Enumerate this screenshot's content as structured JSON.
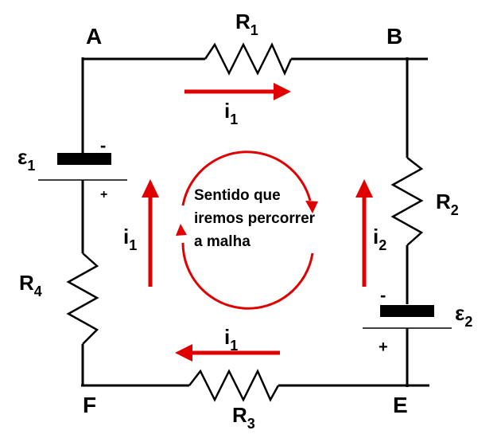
{
  "nodes": {
    "a": "A",
    "b": "B",
    "e": "E",
    "f": "F"
  },
  "resistors": {
    "r1": {
      "letter": "R",
      "sub": "1"
    },
    "r2": {
      "letter": "R",
      "sub": "2"
    },
    "r3": {
      "letter": "R",
      "sub": "3"
    },
    "r4": {
      "letter": "R",
      "sub": "4"
    }
  },
  "sources": {
    "e1": {
      "letter": "ε",
      "sub": "1",
      "neg": "-",
      "pos": "+"
    },
    "e2": {
      "letter": "ε",
      "sub": "2",
      "neg": "-",
      "pos": "+"
    }
  },
  "currents": {
    "top": {
      "letter": "i",
      "sub": "1"
    },
    "left": {
      "letter": "i",
      "sub": "1"
    },
    "right": {
      "letter": "i",
      "sub": "2"
    },
    "bottom": {
      "letter": "i",
      "sub": "1"
    }
  },
  "loop_label": [
    "Sentido que",
    "iremos percorrer",
    "a malha"
  ],
  "colors": {
    "wire": "#000000",
    "arrow": "#e00000"
  }
}
